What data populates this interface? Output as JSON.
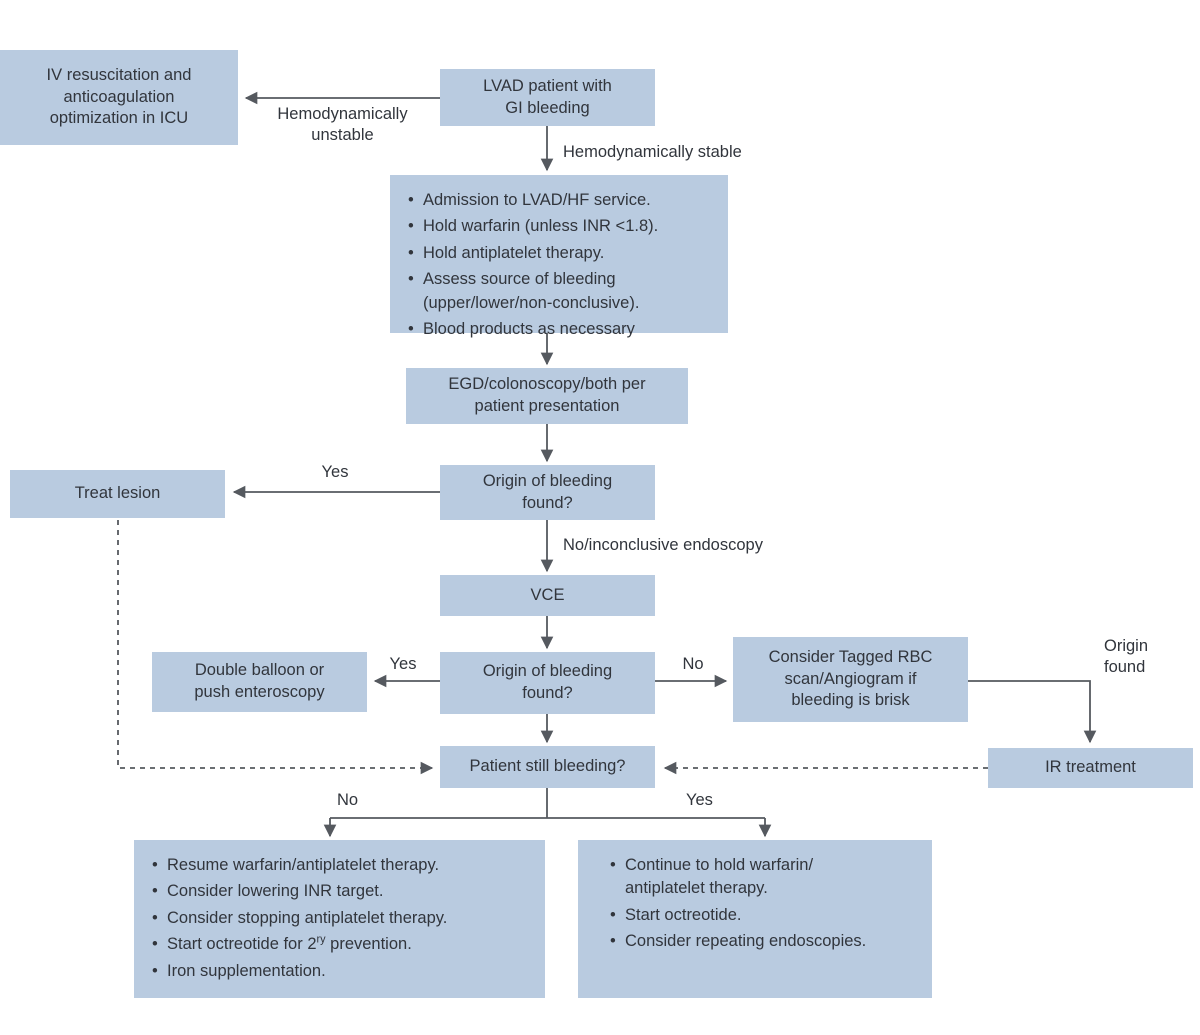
{
  "figure": {
    "type": "flowchart",
    "subject": "Management algorithm for LVAD patient with GI bleeding",
    "box_fill": "#b9cbe0",
    "text_color": "#31353c",
    "line_color": "#55595f"
  },
  "nodes": {
    "iv_resuscitation": "IV resuscitation and\nanticoagulation\noptimization in ICU",
    "lvad_patient": "LVAD patient with\nGI bleeding",
    "admission_bullets": [
      "Admission to LVAD/HF service.",
      "Hold warfarin (unless INR <1.8).",
      "Hold antiplatelet therapy.",
      "Assess source of bleeding\n(upper/lower/non-conclusive).",
      "Blood products as necessary"
    ],
    "egd_colonoscopy": "EGD/colonoscopy/both per\npatient presentation",
    "origin_found_1": "Origin of bleeding\nfound?",
    "treat_lesion": "Treat lesion",
    "vce": "VCE",
    "origin_found_2": "Origin of bleeding\nfound?",
    "double_balloon": "Double balloon or\npush enteroscopy",
    "tagged_rbc": "Consider Tagged RBC\nscan/Angiogram if\nbleeding is brisk",
    "ir_treatment": "IR treatment",
    "patient_still_bleeding": "Patient still bleeding?",
    "no_bleeding_bullets": [
      "Resume warfarin/antiplatelet therapy.",
      "Consider lowering INR target.",
      "Consider stopping antiplatelet therapy.",
      "Start octreotide for 2^ry prevention.",
      "Iron supplementation."
    ],
    "still_bleeding_bullets": [
      "Continue to hold warfarin/\nantiplatelet therapy.",
      "Start octreotide.",
      "Consider repeating endoscopies."
    ]
  },
  "edge_labels": {
    "hemo_unstable": "Hemodynamically\nunstable",
    "hemo_stable": "Hemodynamically stable",
    "yes_1": "Yes",
    "no_inconclusive": "No/inconclusive endoscopy",
    "yes_2": "Yes",
    "no_2": "No",
    "origin_found_label": "Origin\nfound",
    "no_3": "No",
    "yes_3": "Yes"
  }
}
